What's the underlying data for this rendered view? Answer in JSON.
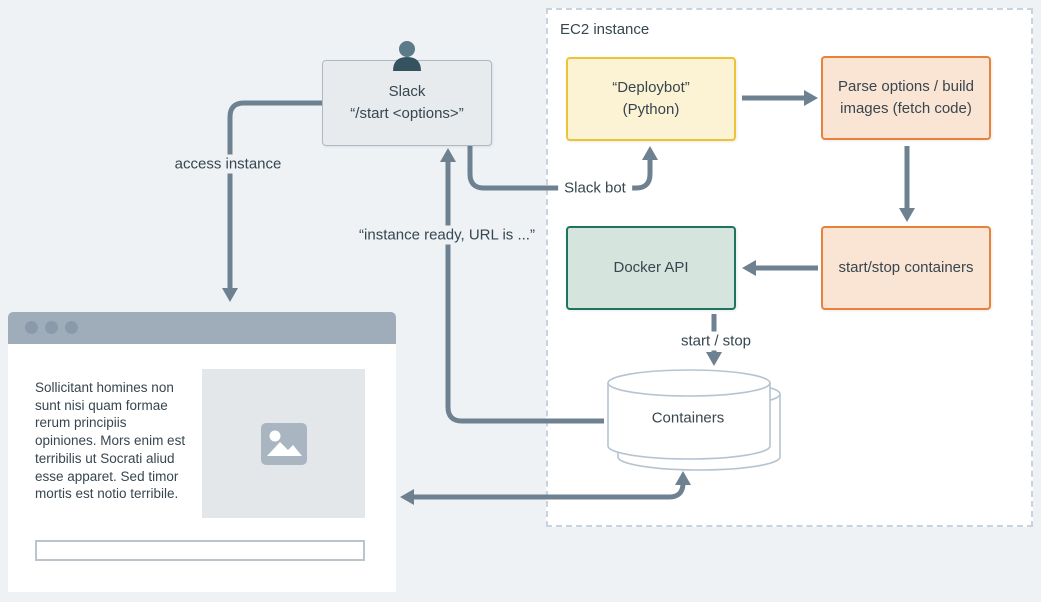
{
  "ec2": {
    "label": "EC2 instance"
  },
  "nodes": {
    "slack": {
      "line1": "Slack",
      "line2": "“/start <options>”"
    },
    "deploybot": {
      "line1": "“Deploybot”",
      "line2": "(Python)"
    },
    "parse_build": {
      "label": "Parse options / build images (fetch code)"
    },
    "docker_api": {
      "label": "Docker API"
    },
    "start_stop_containers": {
      "label": "start/stop containers"
    },
    "containers": {
      "label": "Containers"
    }
  },
  "edge_labels": {
    "access_instance": "access instance",
    "slack_bot": "Slack bot",
    "instance_ready": "“instance ready, URL is ...”",
    "start_stop": "start / stop"
  },
  "browser": {
    "paragraph": "Sollicitant homines non sunt nisi quam formae rerum principiis opiniones. Mors enim est terribilis ut Socrati aliud esse apparet. Sed timor mortis est notio terribile.",
    "input_value": "",
    "input_placeholder": ""
  },
  "colors": {
    "page_background": "#eef2f5",
    "arrow": "#6e8191",
    "text": "#37464f",
    "ec2_dash_border": "#c8d3dd",
    "slack_fill": "#e7ebee",
    "slack_border": "#b0b9c0",
    "yellow_fill": "#fcf3d5",
    "yellow_border": "#eec437",
    "orange_fill": "#fae4d4",
    "orange_border": "#e8823b",
    "green_fill": "#d5e4dd",
    "green_border": "#1f7460",
    "cylinder_stroke": "#b6c4d0",
    "browser_bar": "#9fadbb",
    "browser_dots": "#8b9aaa",
    "image_placeholder_fill": "#e3e7ea",
    "image_icon": "#a9b6c2",
    "person_head": "#5d7a88",
    "person_body": "#35525f"
  }
}
